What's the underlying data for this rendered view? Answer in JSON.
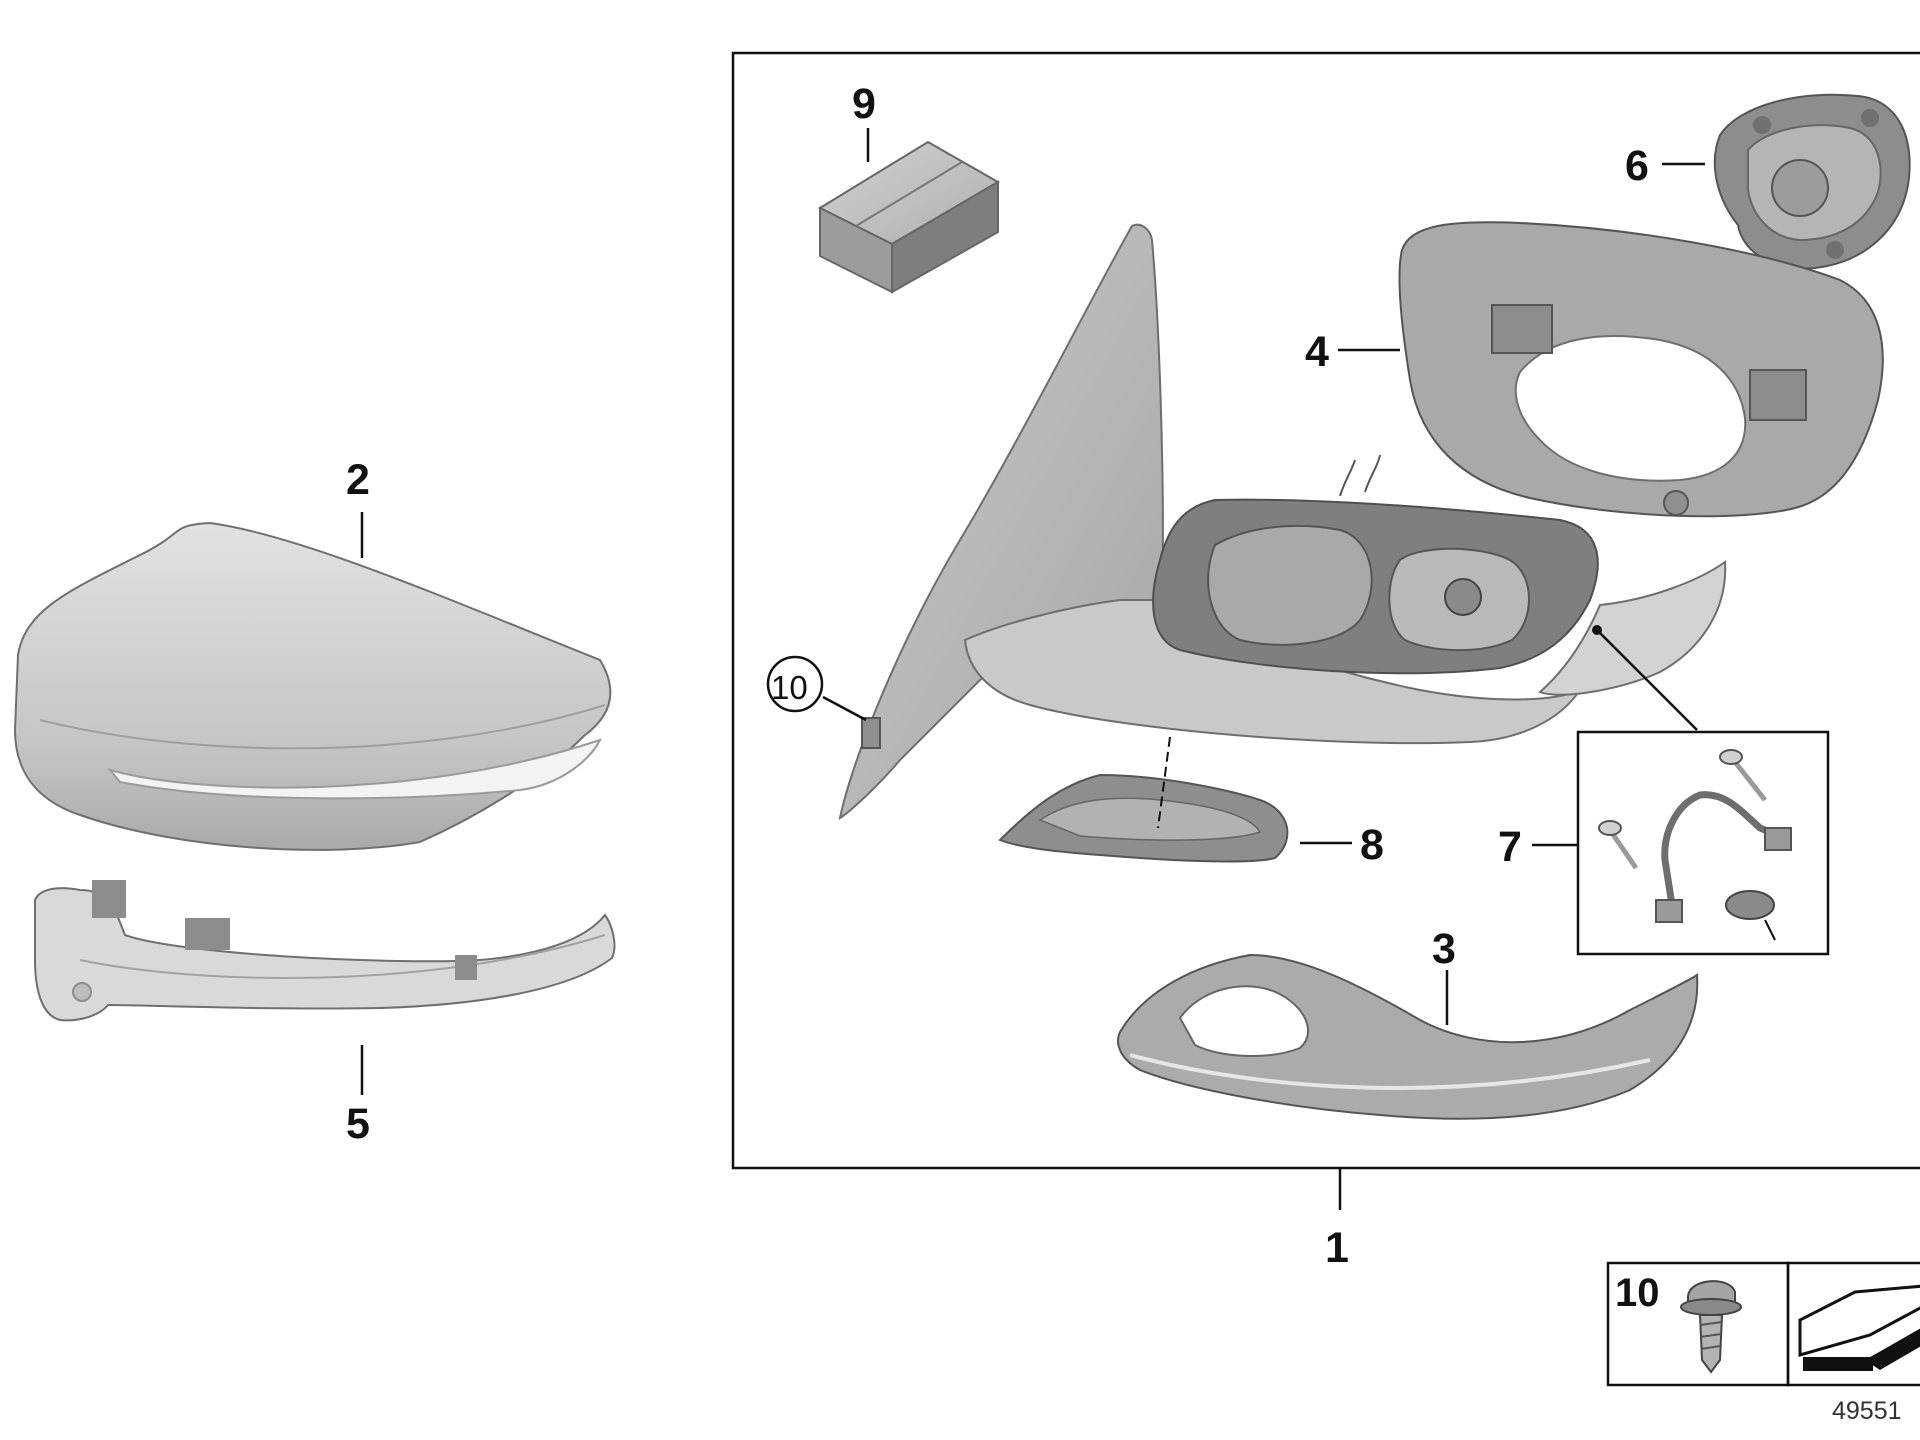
{
  "diagram": {
    "assembly_label": "1",
    "doc_number": "49551",
    "colors": {
      "line": "#111111",
      "part_fill": "#bdbdbd",
      "part_light": "#d6d6d6",
      "part_dark": "#8a8a8a",
      "background": "#ffffff"
    },
    "parts": [
      {
        "label": "2",
        "name": "mirror-cap"
      },
      {
        "label": "5",
        "name": "turn-signal-light"
      },
      {
        "label": "9",
        "name": "small-parts-box"
      },
      {
        "label": "6",
        "name": "mirror-actuator"
      },
      {
        "label": "4",
        "name": "mirror-frame"
      },
      {
        "label": "10",
        "name": "screw"
      },
      {
        "label": "8",
        "name": "lower-cover"
      },
      {
        "label": "7",
        "name": "repair-kit-bracket"
      },
      {
        "label": "3",
        "name": "lower-housing"
      }
    ],
    "legend": {
      "label": "10",
      "icon": "screw-icon",
      "tool_icon": "torque-wrench-icon"
    }
  }
}
